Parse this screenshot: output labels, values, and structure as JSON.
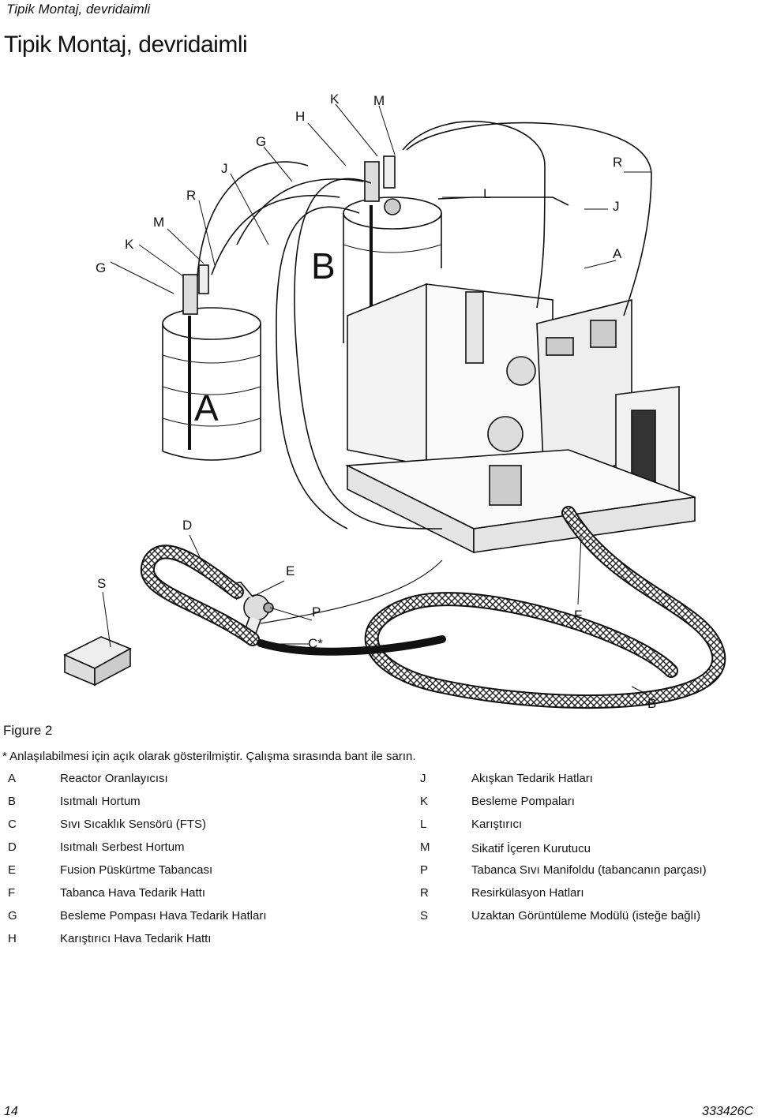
{
  "header": {
    "running_title": "Tipik Montaj, devridaimli"
  },
  "page_title": "Tipik Montaj, devridaimli",
  "figure": {
    "callouts_top": [
      "G",
      "K",
      "M",
      "R",
      "J",
      "G",
      "H",
      "K",
      "M",
      "B",
      "L",
      "R",
      "J",
      "A"
    ],
    "callouts_bottom": [
      "A",
      "D",
      "S",
      "E",
      "P",
      "C*",
      "F",
      "B"
    ],
    "caption": "Figure 2"
  },
  "note": "* Anlaşılabilmesi için açık olarak gösterilmiştir. Çalışma sırasında bant ile sarın.",
  "legend_left": [
    {
      "key": "A",
      "text": "Reactor Oranlayıcısı"
    },
    {
      "key": "B",
      "text": "Isıtmalı Hortum"
    },
    {
      "key": "C",
      "text": "Sıvı Sıcaklık Sensörü (FTS)"
    },
    {
      "key": "D",
      "text": "Isıtmalı Serbest Hortum"
    },
    {
      "key": "E",
      "text": "Fusion Püskürtme Tabancası"
    },
    {
      "key": "F",
      "text": "Tabanca Hava Tedarik Hattı"
    },
    {
      "key": "G",
      "text": "Besleme Pompası Hava Tedarik Hatları"
    },
    {
      "key": "H",
      "text": "Karıştırıcı Hava Tedarik Hattı"
    }
  ],
  "legend_right": [
    {
      "key": "J",
      "text": "Akışkan Tedarik Hatları"
    },
    {
      "key": "K",
      "text": "Besleme Pompaları"
    },
    {
      "key": "L",
      "text": "Karıştırıcı"
    },
    {
      "key": "M",
      "text": "Sikatif İçeren Kurutucu"
    },
    {
      "key": "P",
      "text": "Tabanca Sıvı Manifoldu (tabancanın parçası)"
    },
    {
      "key": "R",
      "text": "Resirkülasyon Hatları"
    },
    {
      "key": "S",
      "text": "Uzaktan Görüntüleme Modülü (isteğe bağlı)"
    }
  ],
  "footer": {
    "page_number": "14",
    "doc_number": "333426C"
  }
}
